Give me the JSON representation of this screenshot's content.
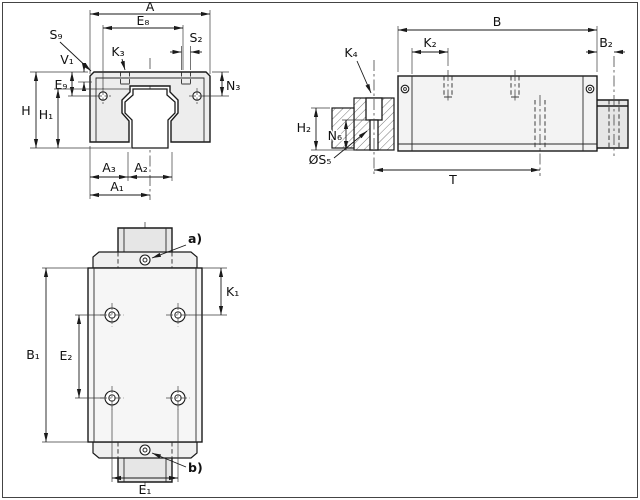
{
  "drawing": {
    "type": "linear-guide-runner-block-dimension-drawing",
    "front": {
      "A": "A",
      "E8": "E₈",
      "S9": "S₉",
      "K3": "K₃",
      "S2": "S₂",
      "V1": "V₁",
      "E9": "E₉",
      "N3": "N₃",
      "H": "H",
      "H1": "H₁",
      "A3": "A₃",
      "A2": "A₂",
      "A1": "A₁"
    },
    "side": {
      "B": "B",
      "K2": "K₂",
      "B2": "B₂",
      "K4": "K₄",
      "H2": "H₂",
      "N6": "N₆",
      "OS5": "ØS₅",
      "T": "T"
    },
    "plan": {
      "B1": "B₁",
      "E2": "E₂",
      "K1": "K₁",
      "E1": "E₁",
      "a": "a)",
      "b": "b)"
    },
    "colors": {
      "line": "#1a1a1a",
      "fill_carriage": "#ededed",
      "fill_rail": "#e6e6e6",
      "background": "#ffffff"
    }
  }
}
